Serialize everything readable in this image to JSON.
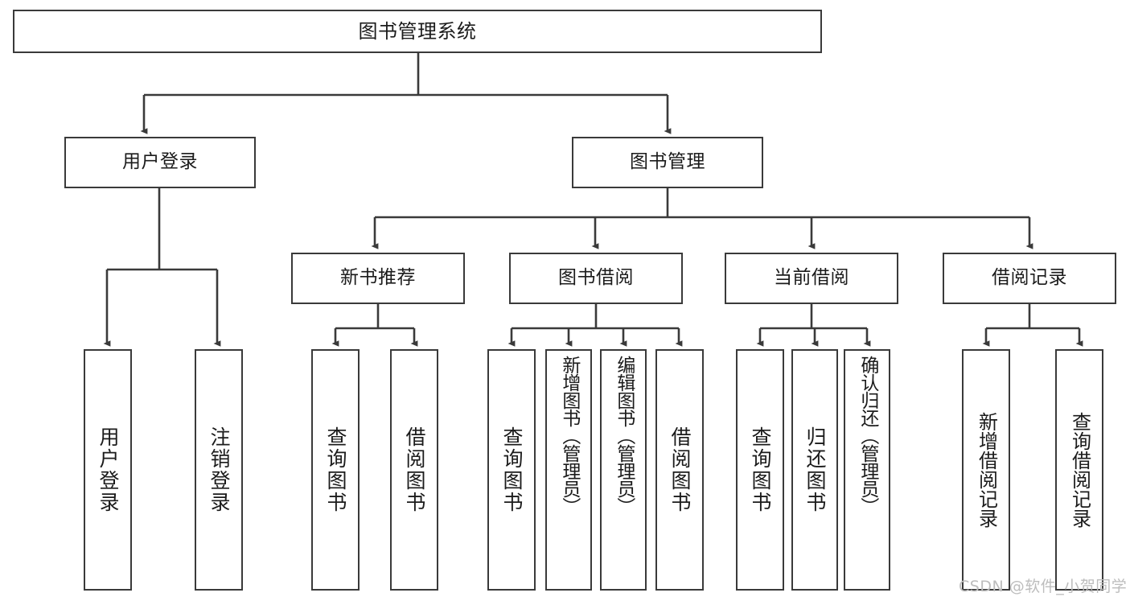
{
  "diagram": {
    "title": "图书管理系统",
    "type": "tree-hierarchy-chart",
    "stroke_color": "#3a3a3a",
    "text_color": "#1b1b1b",
    "background_color": "#ffffff"
  },
  "watermark": {
    "text": "CSDN @软件_小贺同学",
    "color": "#bdbdbd"
  },
  "nodes": {
    "root": {
      "label": "图书管理系统"
    },
    "level1": [
      {
        "label": "用户登录"
      },
      {
        "label": "图书管理"
      }
    ],
    "level2": [
      {
        "label": "新书推荐"
      },
      {
        "label": "图书借阅"
      },
      {
        "label": "当前借阅"
      },
      {
        "label": "借阅记录"
      }
    ],
    "leaves": {
      "user_login": [
        {
          "label": "用户登录"
        },
        {
          "label": "注销登录"
        }
      ],
      "new_book_recommend": [
        {
          "label": "查询图书"
        },
        {
          "label": "借阅图书"
        }
      ],
      "book_borrow": [
        {
          "label": "查询图书"
        },
        {
          "label": "新增图书（管理员）"
        },
        {
          "label": "编辑图书（管理员）"
        },
        {
          "label": "借阅图书"
        }
      ],
      "current_borrow": [
        {
          "label": "查询图书"
        },
        {
          "label": "归还图书"
        },
        {
          "label": "确认归还（管理员）"
        }
      ],
      "borrow_record": [
        {
          "label": "新增借阅记录"
        },
        {
          "label": "查询借阅记录"
        }
      ]
    }
  }
}
